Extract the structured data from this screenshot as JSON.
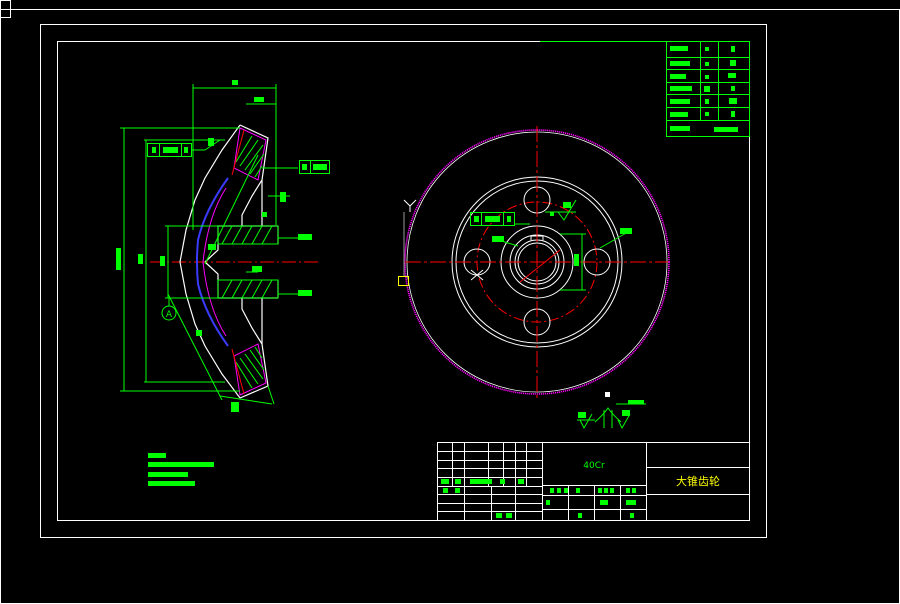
{
  "colors": {
    "background": "#000000",
    "frame": "#ffffff",
    "green": "#00ff00",
    "red": "#ff0000",
    "magenta": "#ff00ff",
    "blue": "#3b3bff",
    "yellow": "#ffff00"
  },
  "title_block": {
    "material": "40Cr",
    "part_name": "大锥齿轮"
  },
  "section_view": {
    "marker_a": "A"
  }
}
